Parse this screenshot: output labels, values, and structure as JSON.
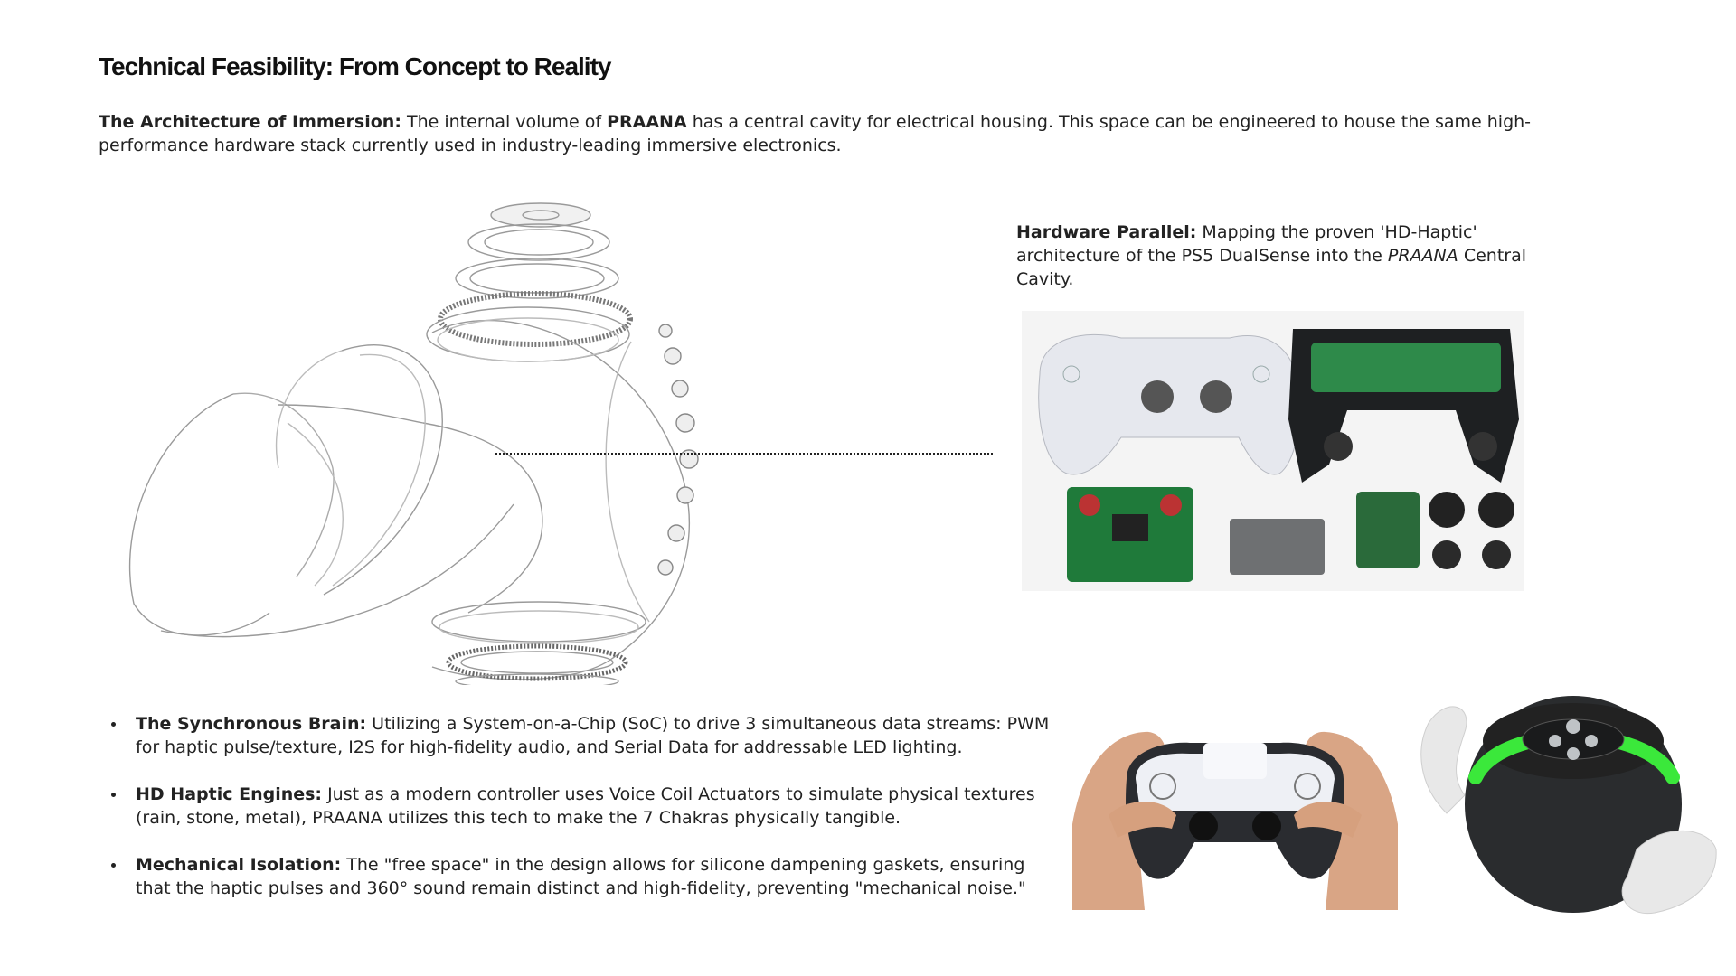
{
  "title": "Technical Feasibility: From Concept to Reality",
  "intro": {
    "lead": "The Architecture of Immersion:",
    "text_1": " The internal volume of ",
    "product": "PRAANA",
    "text_2": " has a central cavity for electrical housing. This space can be engineered to house the same high-performance hardware stack currently used in industry-leading immersive electronics."
  },
  "hardware_caption": {
    "lead": "Hardware Parallel:",
    "text_1": " Mapping the proven 'HD-Haptic' architecture of the PS5 DualSense into the ",
    "product": "PRAANA",
    "text_2": " Central Cavity."
  },
  "bullets": [
    {
      "lead": "The Synchronous Brain:",
      "text": " Utilizing a System-on-a-Chip (SoC) to drive 3 simultaneous data streams: PWM for haptic pulse/texture, I2S for high-fidelity audio, and Serial Data for addressable LED lighting."
    },
    {
      "lead": "HD Haptic Engines:",
      "text": " Just as a modern controller uses Voice Coil Actuators to simulate physical textures (rain, stone, metal), PRAANA utilizes this tech to make the 7 Chakras physically tangible."
    },
    {
      "lead": "Mechanical Isolation:",
      "text": " The \"free space\" in the design allows for silicone dampening gaskets, ensuring that the haptic pulses and 360° sound remain distinct and high-fidelity, preventing \"mechanical noise.\""
    }
  ],
  "colors": {
    "led_green": "#3be83b",
    "device_dark": "#2a2c2e",
    "pcb_green": "#1f7a3a",
    "controller_white": "#eef0f5"
  }
}
